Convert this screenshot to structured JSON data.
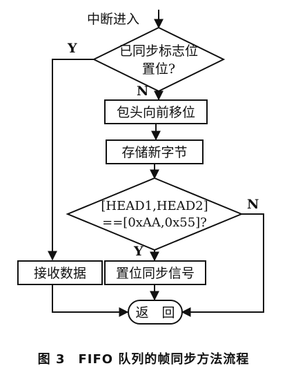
{
  "flowchart": {
    "entry": "中断进入",
    "decision1": {
      "line1": "已同步标志位",
      "line2": "置位?"
    },
    "decision1_yes": "Y",
    "decision1_no": "N",
    "step_shift": "包头向前移位",
    "step_store": "存储新字节",
    "decision2": {
      "line1": "[HEAD1,HEAD2]",
      "line2": "==[0xAA,0x55]?"
    },
    "decision2_yes": "Y",
    "decision2_no": "N",
    "step_receive": "接收数据",
    "step_set_sync": "置位同步信号",
    "terminal": "返　回"
  },
  "caption": "图 3　FIFO 队列的帧同步方法流程"
}
